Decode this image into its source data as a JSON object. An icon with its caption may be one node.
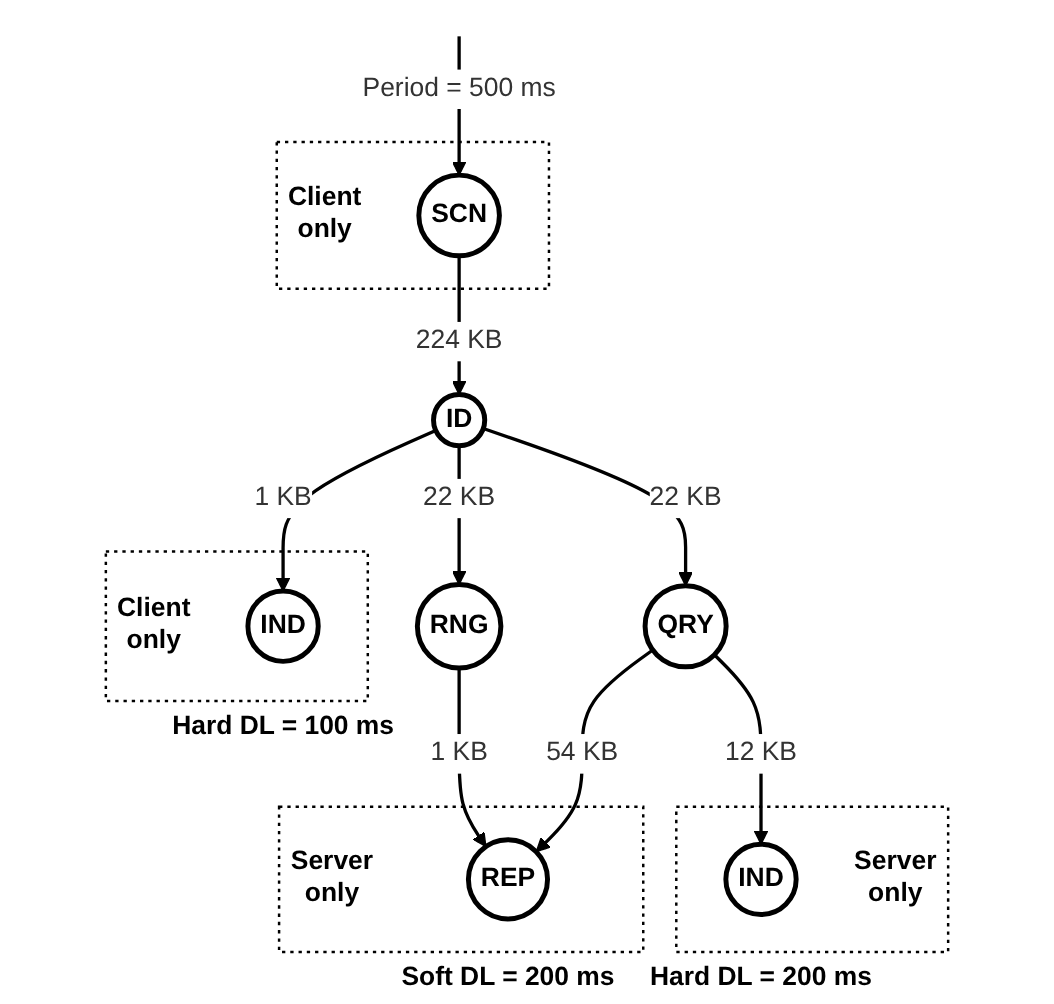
{
  "diagram": {
    "nodes": [
      {
        "text": [
          "Client only"
        ]
      },
      {
        "text": [
          "SCN"
        ],
        "in": 0
      },
      {
        "text": [
          "ID"
        ]
      },
      {
        "text": [
          "Client only"
        ]
      },
      {
        "text": [
          "IND"
        ],
        "in": 3,
        "beside": [
          "Hard DL = 100 ms"
        ]
      },
      {
        "text": [
          "RNG"
        ]
      },
      {
        "text": [
          "QRY"
        ]
      },
      {
        "text": [
          "Server only"
        ]
      },
      {
        "text": [
          "REP"
        ],
        "in": 7,
        "beside": [
          "Soft DL = 200 ms"
        ]
      },
      {
        "text": [
          "Server only"
        ]
      },
      {
        "text": [
          "IND"
        ],
        "in": 9,
        "beside": [
          "Hard DL = 200 ms"
        ]
      }
    ],
    "edges": [
      {
        "from": null,
        "to": 1,
        "arrow": "to",
        "label": "Period = 500 ms"
      },
      {
        "from": 1,
        "to": 2,
        "arrow": "to",
        "label": "224 KB"
      },
      {
        "from": 2,
        "to": 4,
        "arrow": "to",
        "label": "1 KB"
      },
      {
        "from": 2,
        "to": 5,
        "arrow": "to",
        "label": "22 KB"
      },
      {
        "from": 2,
        "to": 6,
        "arrow": "to",
        "label": "22 KB"
      },
      {
        "from": 5,
        "to": 8,
        "arrow": "to",
        "label": "1 KB"
      },
      {
        "from": 6,
        "to": 8,
        "arrow": "to",
        "label": "54 KB"
      },
      {
        "from": 6,
        "to": 10,
        "arrow": "to",
        "label": "12 KB"
      }
    ]
  }
}
